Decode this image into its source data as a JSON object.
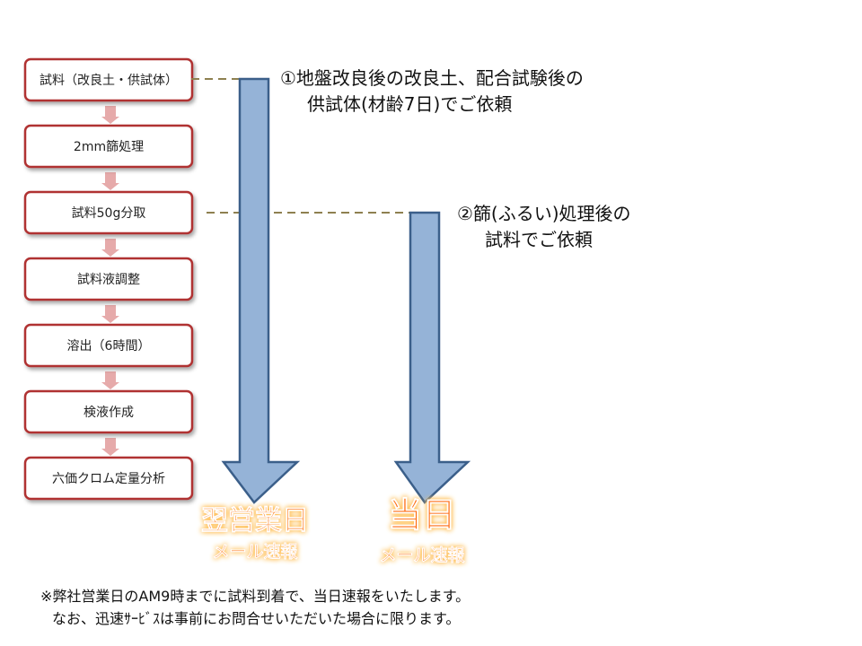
{
  "steps": [
    "試料（改良土・供試体）",
    "2mm篩処理",
    "試料50g分取",
    "試料液調整",
    "溶出（6時間）",
    "検液作成",
    "六価クロム定量分析"
  ],
  "notes": {
    "note1_line1": "①地盤改良後の改良土、配合試験後の",
    "note1_line2": "供試体(材齢7日)でご依頼",
    "note2_line1": "②篩(ふるい)処理後の",
    "note2_line2": "試料でご依頼"
  },
  "badges": {
    "left_main": "翌営業日",
    "left_sub": "メール速報",
    "right_main": "当日",
    "right_sub": "メール速報"
  },
  "footer": {
    "line1": "※弊社営業日のAM9時までに試料到着で、当日速報をいたします。",
    "line2": "なお、迅速ｻｰﾋﾞｽは事前にお問合せいただいた場合に限ります。"
  },
  "colors": {
    "box_border": "#b03030",
    "connector": "#e6aaaa",
    "arrow_fill": "#95b3d7",
    "arrow_stroke": "#3b5f8a",
    "dashed": "#8e8050",
    "badge_orange": "#ff7a1a",
    "badge_glow": "#ffd27a"
  }
}
